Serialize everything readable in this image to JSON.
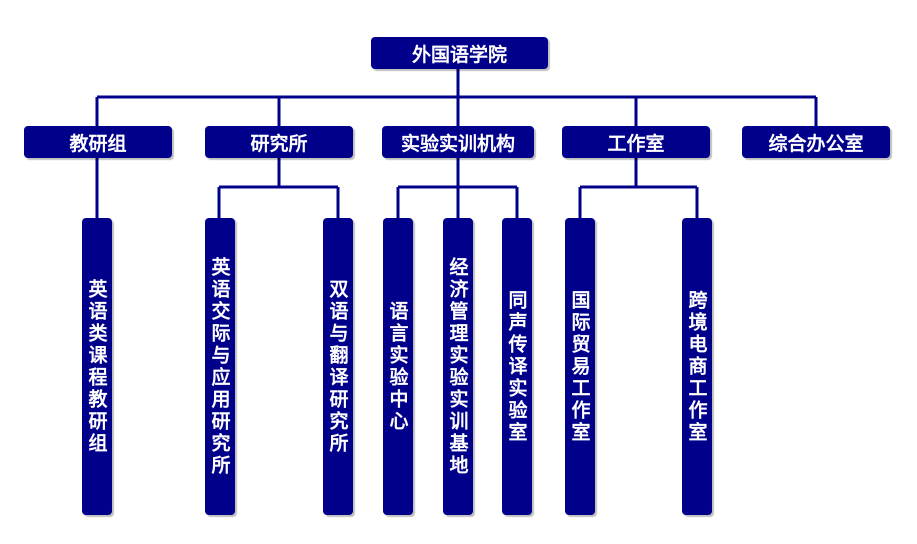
{
  "colors": {
    "box_fill": "#00008B",
    "box_text": "#ffffff",
    "connector": "#00008B"
  },
  "root": {
    "label": "外国语学院"
  },
  "departments": [
    {
      "label": "教研组"
    },
    {
      "label": "研究所"
    },
    {
      "label": "实验实训机构"
    },
    {
      "label": "工作室"
    },
    {
      "label": "综合办公室"
    }
  ],
  "units": [
    {
      "label": "英语类课程教研组"
    },
    {
      "label": "英语交际与应用研究所"
    },
    {
      "label": "双语与翻译研究所"
    },
    {
      "label": "语言实验中心"
    },
    {
      "label": "经济管理实验实训基地"
    },
    {
      "label": "同声传译实验室"
    },
    {
      "label": "国际贸易工作室"
    },
    {
      "label": "跨境电商工作室"
    }
  ]
}
